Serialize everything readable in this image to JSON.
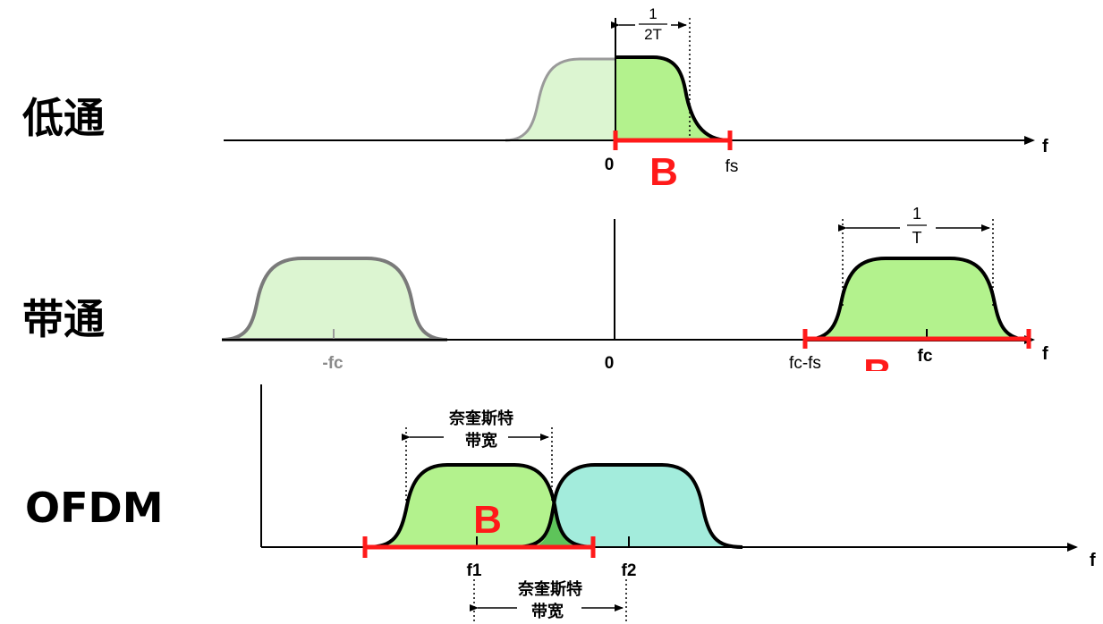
{
  "colors": {
    "red": "#ff1a1a",
    "green_fill": "#b3f28d",
    "green_light": "#dcf5d1",
    "green_overlap": "#5ec45a",
    "teal_fill": "#a3ecdc",
    "axis": "#000000",
    "grey_stroke": "#7a7a7a"
  },
  "rows": {
    "lowpass": {
      "label": "低通",
      "freq_axis": "f",
      "origin": "0",
      "bandwidth": "B",
      "fs": "fs",
      "width_label": {
        "numerator": "1",
        "denominator": "2T"
      }
    },
    "bandpass": {
      "label": "带通",
      "freq_axis": "f",
      "neg_center": "-fc",
      "origin": "0",
      "fc_minus_fs": "fc-fs",
      "center": "fc",
      "bandwidth": "B",
      "width_label": {
        "numerator": "1",
        "denominator": "T"
      }
    },
    "ofdm": {
      "label": "OFDM",
      "freq_axis": "f",
      "bandwidth": "B",
      "f1": "f1",
      "f2": "f2",
      "nyquist_top": {
        "line1": "奈奎斯特",
        "line2": "带宽"
      },
      "nyquist_bottom": {
        "line1": "奈奎斯特",
        "line2": "带宽"
      }
    }
  }
}
